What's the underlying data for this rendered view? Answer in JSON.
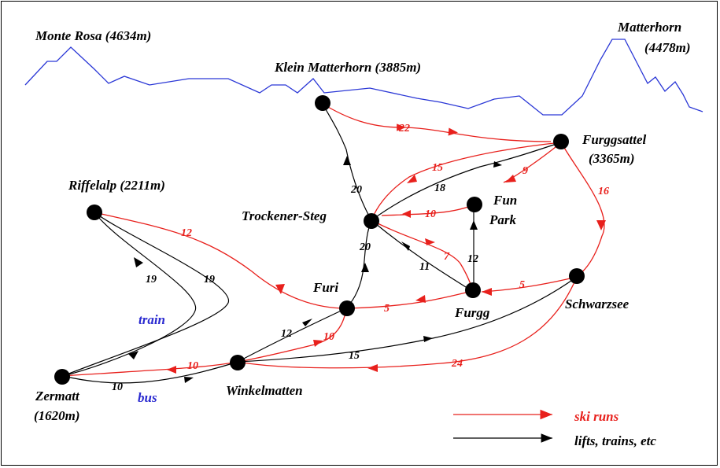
{
  "colors": {
    "ski": "#e8201c",
    "lift": "#000000",
    "skyline": "#2a37d6",
    "mode": "#2a2ad0"
  },
  "peaks": {
    "monte_rosa": "Monte Rosa (4634m)",
    "klein_matterhorn": "Klein Matterhorn (3885m)",
    "matterhorn_1": "Matterhorn",
    "matterhorn_2": "(4478m)"
  },
  "stations": {
    "riffelalp": "Riffelalp (2211m)",
    "trockener_steg": "Trockener-Steg",
    "furggsattel_1": "Furggsattel",
    "furggsattel_2": "(3365m)",
    "fun_park_1": "Fun",
    "fun_park_2": "Park",
    "furi": "Furi",
    "furgg": "Furgg",
    "schwarzsee": "Schwarzsee",
    "winkelmatten": "Winkelmatten",
    "zermatt_1": "Zermatt",
    "zermatt_2": "(1620m)"
  },
  "modes": {
    "train": "train",
    "bus": "bus"
  },
  "legend": {
    "ski_runs": "ski runs",
    "lifts": "lifts, trains, etc"
  },
  "routes": {
    "klein_furggsattel_ski": "22",
    "furggsattel_trockener_ski": "15",
    "trockener_furggsattel_lift": "18",
    "furggsattel_funpark_ski": "9",
    "furggsattel_schwarzsee_ski": "16",
    "trockener_klein_lift": "20",
    "funpark_trockener_ski": "10",
    "furi_trockener_lift": "20",
    "furgg_trockener_lift": "11",
    "trockener_furgg_ski": "7",
    "furgg_funpark_lift": "12",
    "schwarzsee_furgg_ski": "5",
    "riffelalp_furi_ski": "12",
    "zermatt_riffelalp_train": "19",
    "riffelalp_zermatt_train": "19",
    "furgg_furi_ski": "5",
    "winkelmatten_furi_lift": "12",
    "furi_winkelmatten_ski": "10",
    "winkelmatten_schwarzsee_lift": "15",
    "schwarzsee_winkelmatten_ski": "24",
    "winkelmatten_zermatt_ski": "10",
    "zermatt_winkelmatten_bus": "10"
  }
}
